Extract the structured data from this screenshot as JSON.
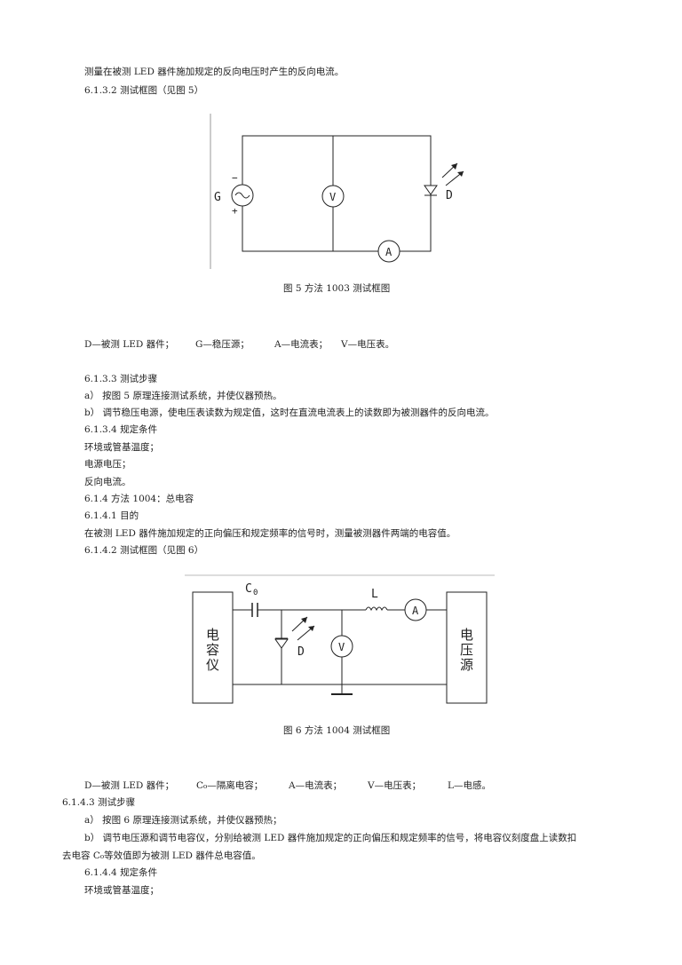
{
  "text": {
    "p1": "测量在被测 LED 器件施加规定的反向电压时产生的反向电流。",
    "s6132": "6.1.3.2  测试框图（见图 5）",
    "fig5_caption": "图 5  方法 1003 测试框图",
    "legend5": [
      "D—被测 LED 器件；",
      "G—稳压源；",
      "A—电流表；",
      "V—电压表。"
    ],
    "s6133": "6.1.3.3  测试步骤",
    "s6133a": "a）  按图 5 原理连接测试系统，并使仪器预热。",
    "s6133b": "b）  调节稳压电源，使电压表读数为规定值，这时在直流电流表上的读数即为被测器件的反向电流。",
    "s6134": "6.1.3.4  规定条件",
    "c1": "环境或管基温度；",
    "c2": "电源电压；",
    "c3": "反向电流。",
    "s614": "6.1.4  方法 1004：总电容",
    "s6141": "6.1.4.1  目的",
    "p_purpose": "在被测 LED 器件施加规定的正向偏压和规定频率的信号时，测量被测器件两端的电容值。",
    "s6142": "6.1.4.2  测试框图（见图 6）",
    "fig6_caption": "图 6  方法 1004 测试框图",
    "legend6": [
      "D—被测 LED 器件；",
      "C₀—隔离电容；",
      "A—电流表；",
      "V—电压表；",
      "L—电感。"
    ],
    "s6143": "6.1.4.3  测试步骤",
    "s6143a": "a）  按图 6 原理连接测试系统，并使仪器预热；",
    "s6143b1": "b）  调节电压源和调节电容仪，分别给被测 LED 器件施加规定的正向偏压和规定频率的信号，将电容仪刻度盘上读数扣",
    "s6143b2": "去电容 C₀等效值即为被测 LED 器件总电容值。",
    "s6144": "6.1.4.4  规定条件",
    "c4": "环境或管基温度；"
  },
  "fig5": {
    "source_label": "G",
    "minus": "−",
    "plus": "+",
    "voltmeter": "V",
    "ammeter": "A",
    "diode": "D"
  },
  "fig6": {
    "cap_label": "C",
    "cap_sub": "0",
    "inductor": "L",
    "ammeter": "A",
    "voltmeter": "V",
    "diode": "D",
    "left_box": [
      "电",
      "容",
      "仪"
    ],
    "right_box": [
      "电",
      "压",
      "源"
    ]
  }
}
